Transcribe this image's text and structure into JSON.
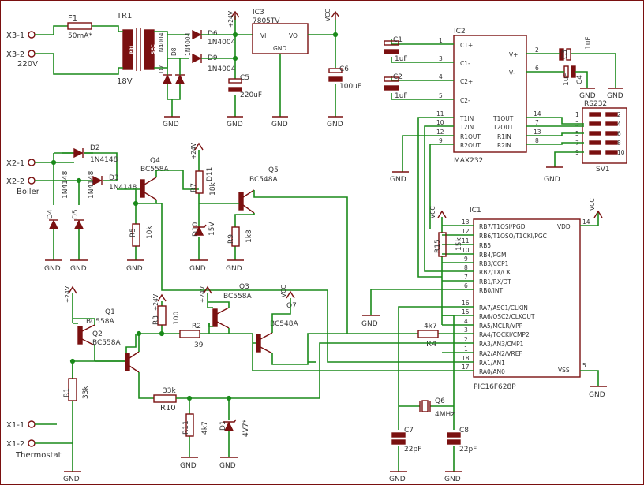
{
  "connectors": {
    "x3_1": "X3-1",
    "x3_2": "X3-2",
    "mains": "220V",
    "x2_1": "X2-1",
    "x2_2": "X2-2",
    "boiler": "Boiler",
    "x1_1": "X1-1",
    "x1_2": "X1-2",
    "thermostat": "Thermostat"
  },
  "power": {
    "f1": "F1",
    "f1_val": "50mA*",
    "tr1": "TR1",
    "tr1_sec": "18V",
    "pri": "PRI",
    "sec": "SEC",
    "d6": "D6",
    "d6_val": "1N4004",
    "d9": "D9",
    "d9_val": "1N4004",
    "d7": "D7",
    "d7_val": "1N4004",
    "d8": "D8",
    "d8_val": "1N4004",
    "ic3": "IC3",
    "ic3_val": "7805TV",
    "vi": "VI",
    "vo": "VO",
    "ic3_gnd": "GND",
    "c5": "C5",
    "c5_val": "220uF",
    "c6": "C6",
    "c6_val": "100uF",
    "plus24": "+24V",
    "vcc": "VCC"
  },
  "max232": {
    "ic2": "IC2",
    "name": "MAX232",
    "c1": "C1",
    "c2": "C2",
    "c3": "C3",
    "c4": "C4",
    "cap_val": "1uF",
    "pins_left": [
      "C1+",
      "C1-",
      "C2+",
      "C2-",
      "T1IN",
      "T2IN",
      "R1OUT",
      "R2OUT"
    ],
    "pins_right": [
      "V+",
      "V-",
      "T1OUT",
      "T2OUT",
      "R1IN",
      "R2IN"
    ],
    "pinnums_left": [
      "1",
      "3",
      "4",
      "5",
      "11",
      "10",
      "12",
      "9"
    ],
    "pinnums_right": [
      "2",
      "6",
      "14",
      "7",
      "13",
      "8"
    ],
    "rs232": "RS232",
    "sv1": "SV1",
    "sv_left": [
      "1",
      "3",
      "5",
      "7",
      "9"
    ],
    "sv_right": [
      "2",
      "4",
      "6",
      "8",
      "10"
    ]
  },
  "pic": {
    "ic1": "IC1",
    "name": "PIC16F628P",
    "pins": [
      "RB7/T1OSI/PGD",
      "RB6/T1OSO/T1CKI/PGC",
      "RB5",
      "RB4/PGM",
      "RB3/CCP1",
      "RB2/TX/CK",
      "RB1/RX/DT",
      "RB0/INT",
      "RA7/ASC1/CLKIN",
      "RA6/OSC2/CLKOUT",
      "RA5/MCLR/VPP",
      "RA4/TOCKI/CMP2",
      "RA3/AN3/CMP1",
      "RA2/AN2/VREF",
      "RA1/AN1",
      "RA0/AN0"
    ],
    "pinnums": [
      "13",
      "12",
      "11",
      "10",
      "9",
      "8",
      "7",
      "6",
      "16",
      "15",
      "4",
      "3",
      "2",
      "1",
      "18",
      "17"
    ],
    "vdd": "VDD",
    "vdd_pin": "14",
    "vss": "VSS",
    "vss_pin": "5",
    "r15": "R15",
    "r15_val": "15k",
    "r4": "R4",
    "r4_val": "4k7",
    "q6": "Q6",
    "q6_val": "4MHz",
    "c7": "C7",
    "c8": "C8",
    "c_val": "22pF"
  },
  "boiler_sense": {
    "d2": "D2",
    "d3": "D3",
    "d4": "D4",
    "d5": "D5",
    "d_val": "1N4148",
    "r5": "R5",
    "r5_val": "10k",
    "q4": "Q4",
    "q4_val": "BC558A",
    "r7": "R7",
    "r7_val": "18k",
    "d10": "D10",
    "d10_val": "15V",
    "q5": "Q5",
    "q5_val": "BC548A",
    "r9": "R9",
    "r9_val": "1k8"
  },
  "thermostat_drive": {
    "q1": "Q1",
    "q1_val": "BC558A",
    "q2": "Q2",
    "q2_val": "BC558A",
    "q3": "Q3",
    "q3_val": "BC558A",
    "q7": "Q7",
    "q7_val": "BC548A",
    "r1": "R1",
    "r1_val": "33k",
    "r2": "R2",
    "r2_val": "39",
    "r3": "R3",
    "r3_val": "100",
    "r10": "R10",
    "r10_val": "33k",
    "r11": "R11",
    "r11_val": "4k7",
    "d1": "D1",
    "d1_val": "4V7*"
  },
  "gnd": "GND"
}
